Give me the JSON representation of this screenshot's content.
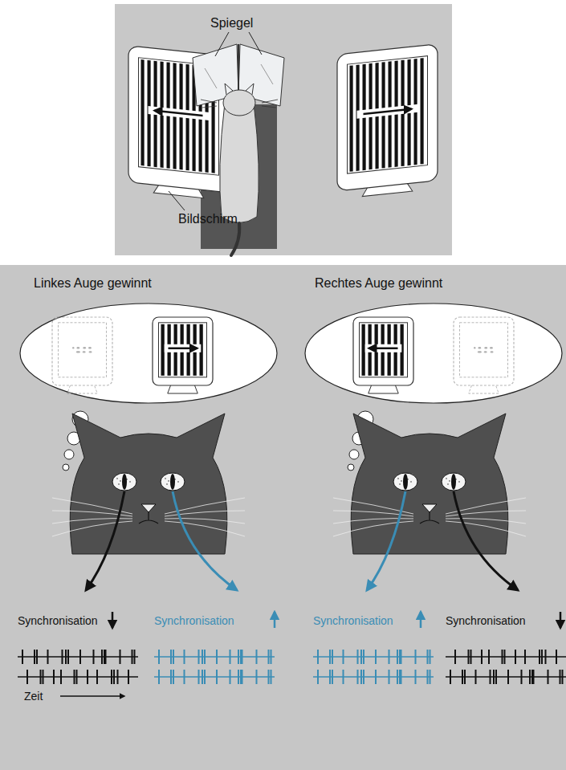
{
  "diagram": {
    "labels": [
      "Spiegel",
      "Bildschirm",
      "Linkes Auge gewinnt",
      "Rechtes Auge gewinnt",
      "Synchronisation",
      "Synchronisation",
      "Synchronisation",
      "Synchronisation",
      "Zeit"
    ]
  }
}
